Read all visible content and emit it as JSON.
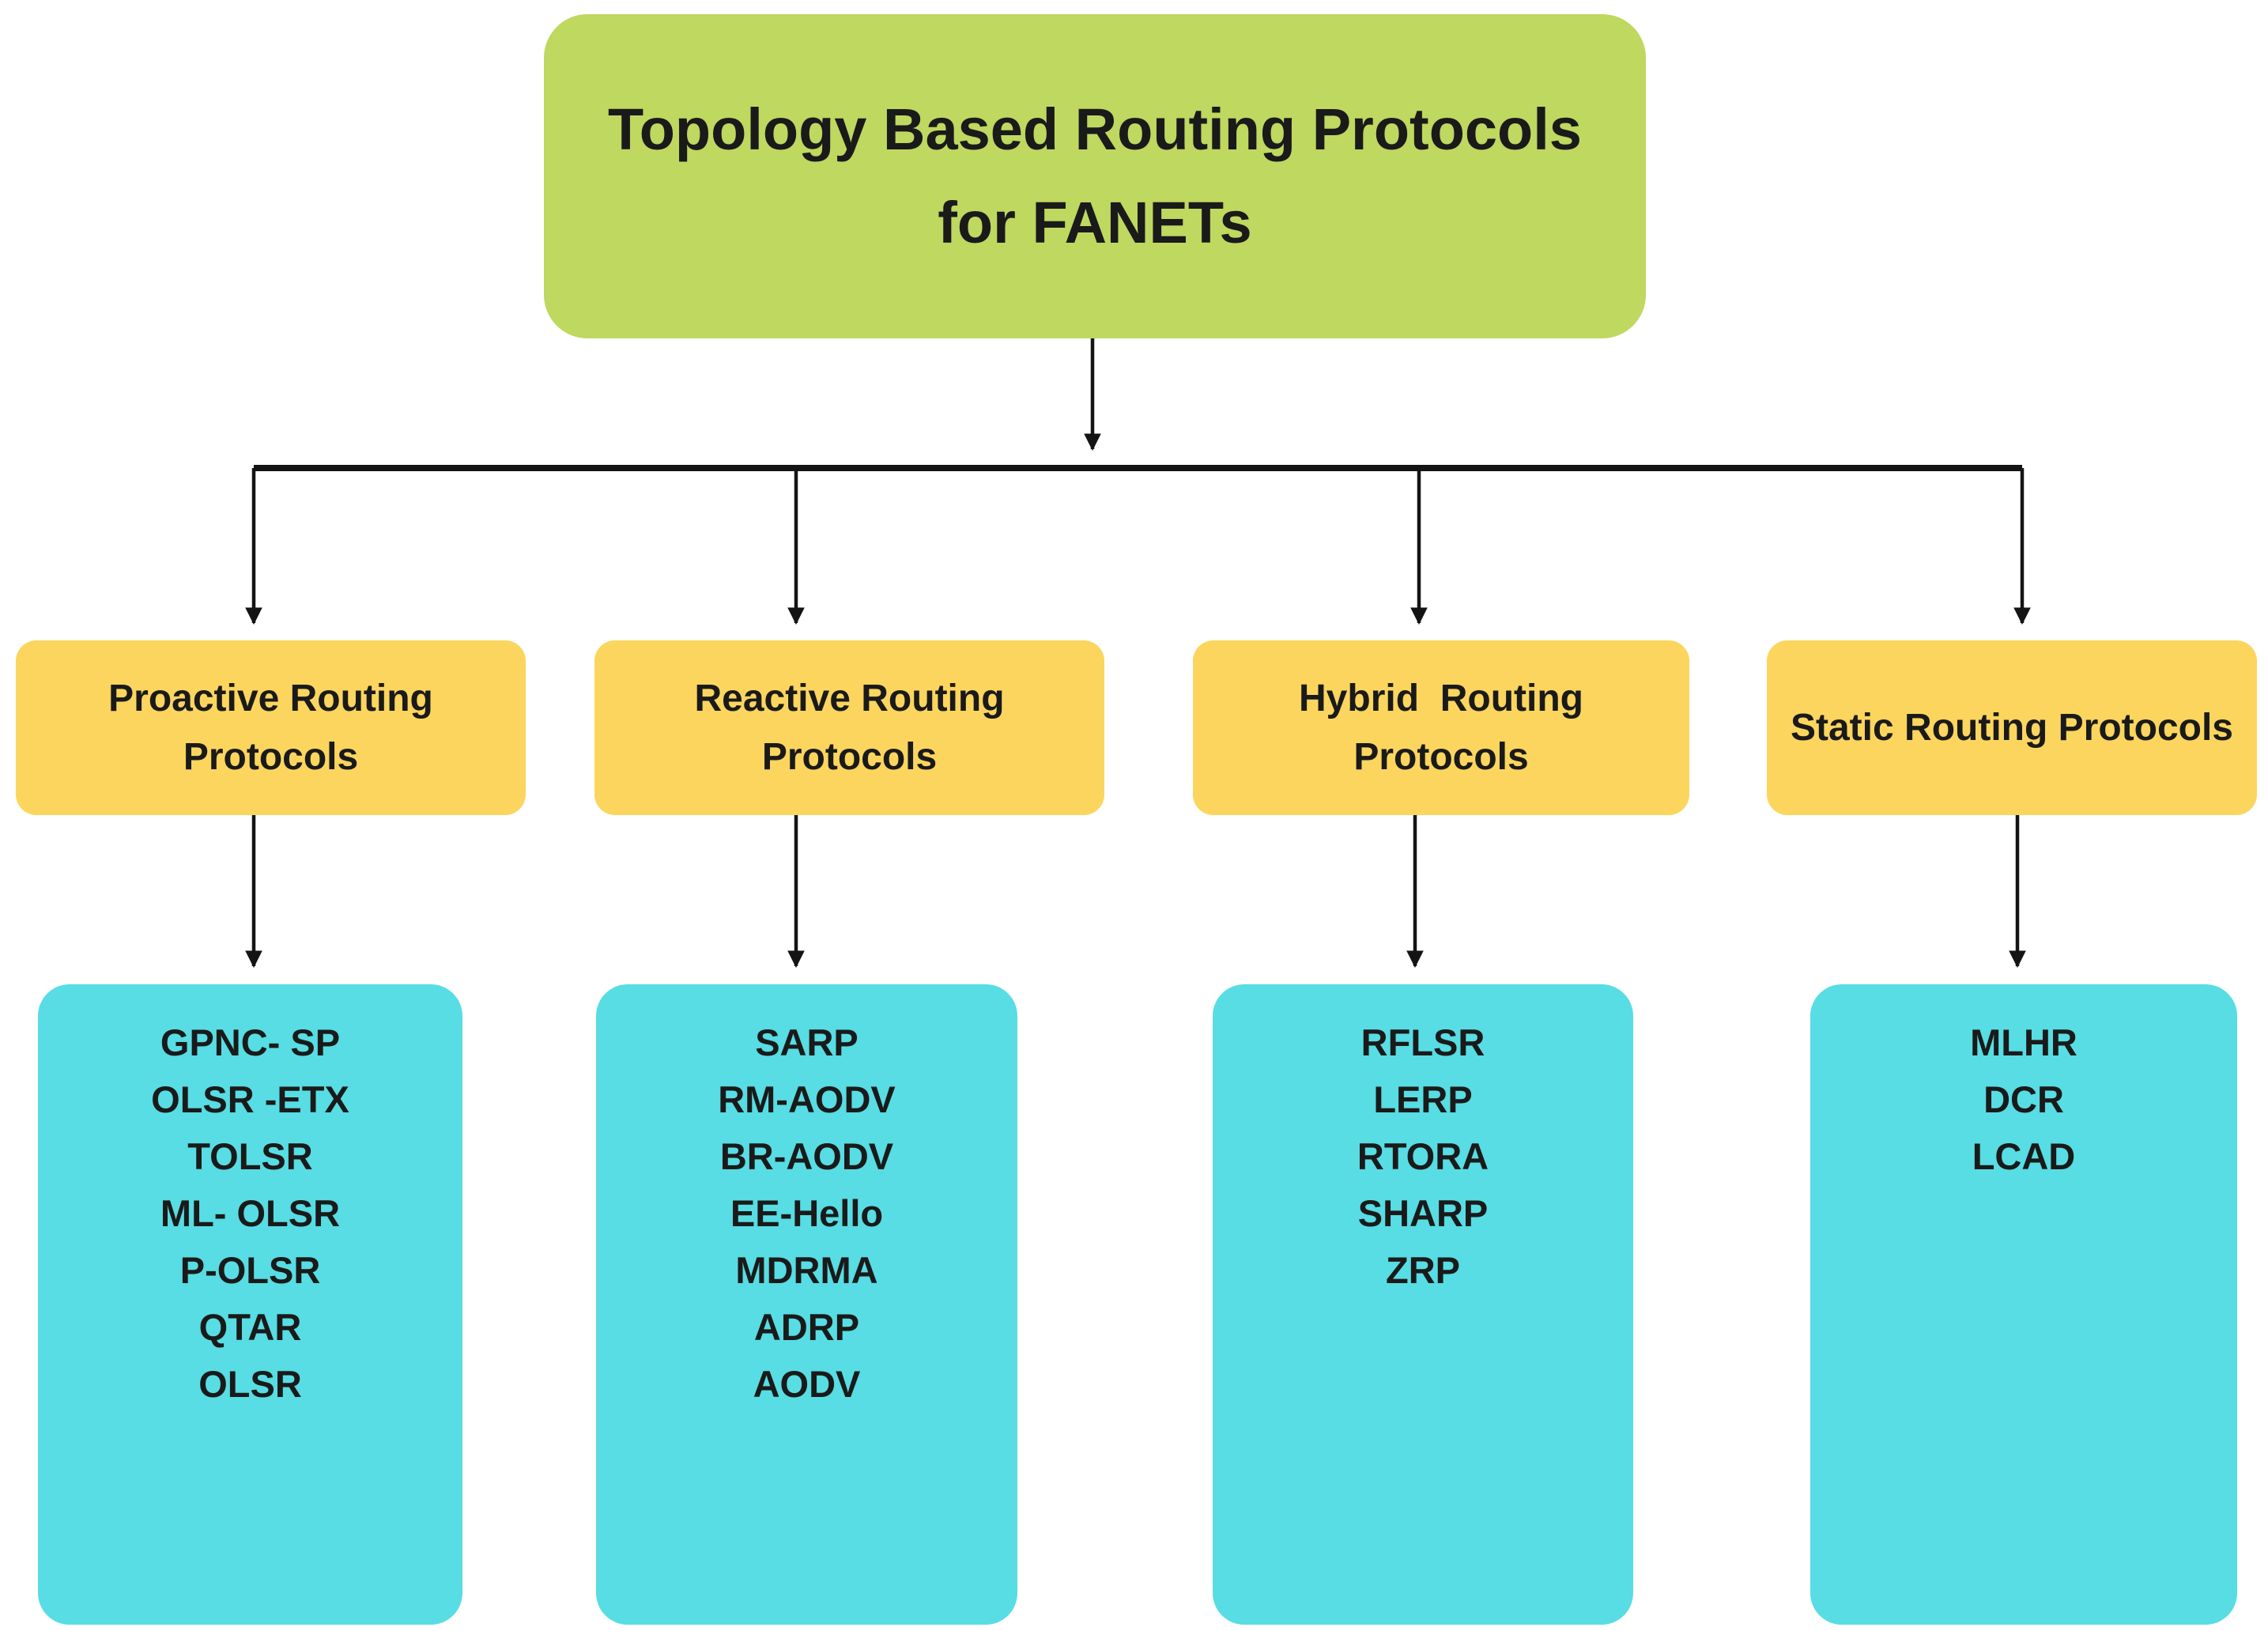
{
  "colors": {
    "root_box": "#bed860",
    "category_box": "#fbd55e",
    "protocol_box": "#57dde3",
    "text": "#1a1a1a",
    "connector": "#141414",
    "background": "#ffffff"
  },
  "root_box": {
    "title": "Topology Based Routing Protocols for FANETs",
    "title_lines": [
      "Topology Based Routing Protocols",
      "for FANETs"
    ]
  },
  "categories": [
    {
      "label": "Proactive Routing Protocols",
      "protocols": [
        "GPNC- SP",
        "OLSR -ETX",
        "TOLSR",
        "ML- OLSR",
        "P-OLSR",
        "QTAR",
        "OLSR"
      ]
    },
    {
      "label": "Reactive Routing Protocols",
      "protocols": [
        "SARP",
        "RM-AODV",
        "BR-AODV",
        "EE-Hello",
        "MDRMA",
        "ADRP",
        "AODV"
      ]
    },
    {
      "label": "Hybrid  Routing Protocols",
      "protocols": [
        "RFLSR",
        "LERP",
        "RTORA",
        "SHARP",
        "ZRP"
      ]
    },
    {
      "label": "Static Routing Protocols",
      "protocols": [
        "MLHR",
        "DCR",
        "LCAD"
      ]
    }
  ]
}
